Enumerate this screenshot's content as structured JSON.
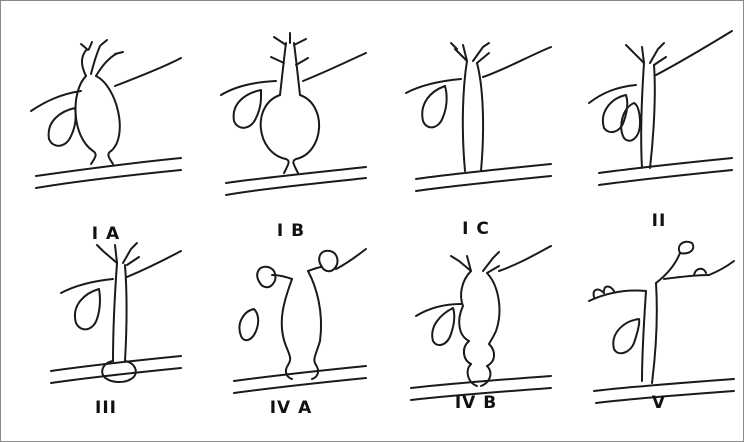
{
  "figure": {
    "labels": [
      "I A",
      "I B",
      "I C",
      "II",
      "III",
      "IV A",
      "IV B",
      "V"
    ]
  }
}
